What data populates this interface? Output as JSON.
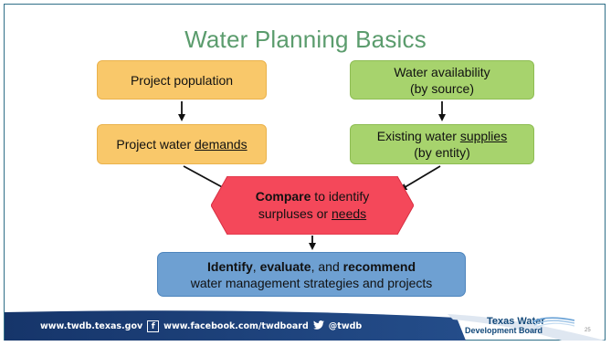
{
  "slide": {
    "title": "Water Planning Basics",
    "page_number": "25"
  },
  "boxes": {
    "population": "Project population",
    "demands_prefix": "Project water ",
    "demands_underlined": "demands",
    "availability_line1": "Water availability",
    "availability_line2": "(by source)",
    "supplies_prefix": "Existing water ",
    "supplies_underlined": "supplies",
    "supplies_line2": "(by entity)",
    "compare_bold": "Compare",
    "compare_rest": " to identify",
    "compare_line2_prefix": "surpluses or ",
    "compare_line2_underlined": "needs",
    "final_identify": "Identify",
    "final_sep1": ", ",
    "final_evaluate": "evaluate",
    "final_sep2": ", and ",
    "final_recommend": "recommend",
    "final_line2": "water management strategies and projects"
  },
  "footer": {
    "website": "www.twdb.texas.gov",
    "facebook_glyph": "f",
    "facebook": "www.facebook.com/twdboard",
    "twitter": "@twdb",
    "logo_line1": "Texas Water",
    "logo_line2": "Development Board"
  },
  "colors": {
    "title": "#5b9c6d",
    "orange_box": "#f9c86a",
    "green_box": "#a7d36d",
    "compare_hex": "#f4485a",
    "final_box": "#6ea0d2",
    "footer_band": "#1b3f78",
    "frame": "#2f6f88"
  },
  "icons": {
    "facebook": "facebook-icon",
    "twitter": "twitter-bird-icon",
    "logo": "twdb-water-waves-icon"
  }
}
